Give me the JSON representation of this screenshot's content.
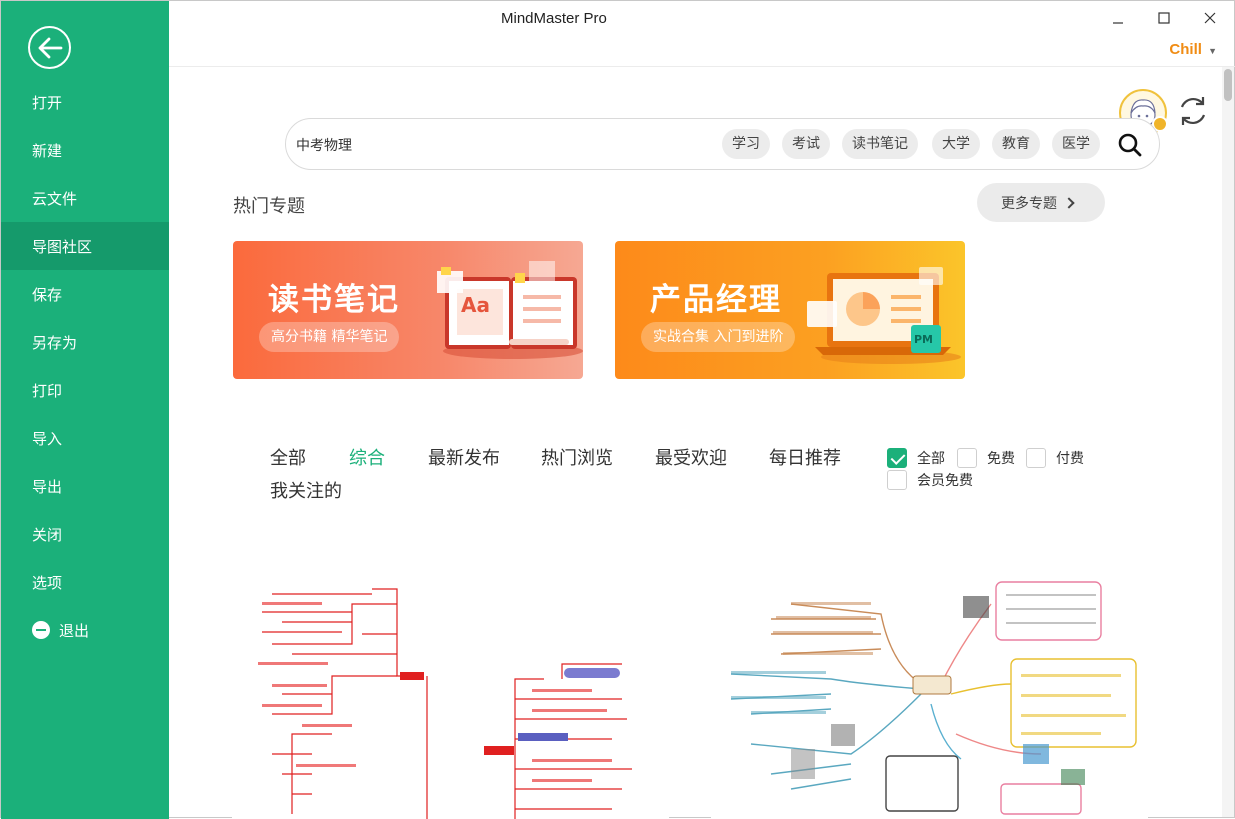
{
  "window": {
    "title": "MindMaster Pro",
    "user": "Chill"
  },
  "sidebar": {
    "items": [
      {
        "label": "打开"
      },
      {
        "label": "新建"
      },
      {
        "label": "云文件"
      },
      {
        "label": "导图社区"
      },
      {
        "label": "保存"
      },
      {
        "label": "另存为"
      },
      {
        "label": "打印"
      },
      {
        "label": "导入"
      },
      {
        "label": "导出"
      },
      {
        "label": "关闭"
      },
      {
        "label": "选项"
      },
      {
        "label": "退出"
      }
    ],
    "active": "导图社区"
  },
  "search": {
    "value": "中考物理",
    "tags": [
      "学习",
      "考试",
      "读书笔记",
      "大学",
      "教育",
      "医学"
    ]
  },
  "hot": {
    "title": "热门专题",
    "more_label": "更多专题",
    "banners": [
      {
        "title": "读书笔记",
        "subtitle": "高分书籍 精华笔记",
        "badge": "Aa"
      },
      {
        "title": "产品经理",
        "subtitle": "实战合集 入门到进阶",
        "badge": "PM"
      }
    ]
  },
  "filters": {
    "tabs": [
      "全部",
      "综合",
      "最新发布",
      "热门浏览",
      "最受欢迎",
      "每日推荐",
      "我关注的"
    ],
    "active_tab": "综合",
    "price": [
      {
        "label": "全部",
        "checked": true
      },
      {
        "label": "免费",
        "checked": false
      },
      {
        "label": "付费",
        "checked": false
      },
      {
        "label": "会员免费",
        "checked": false
      }
    ]
  },
  "colors": {
    "brand": "#1bb07a",
    "accent": "#f08c14"
  },
  "icons": {
    "back": "back-arrow-icon",
    "refresh": "refresh-icon",
    "search": "search-icon"
  }
}
